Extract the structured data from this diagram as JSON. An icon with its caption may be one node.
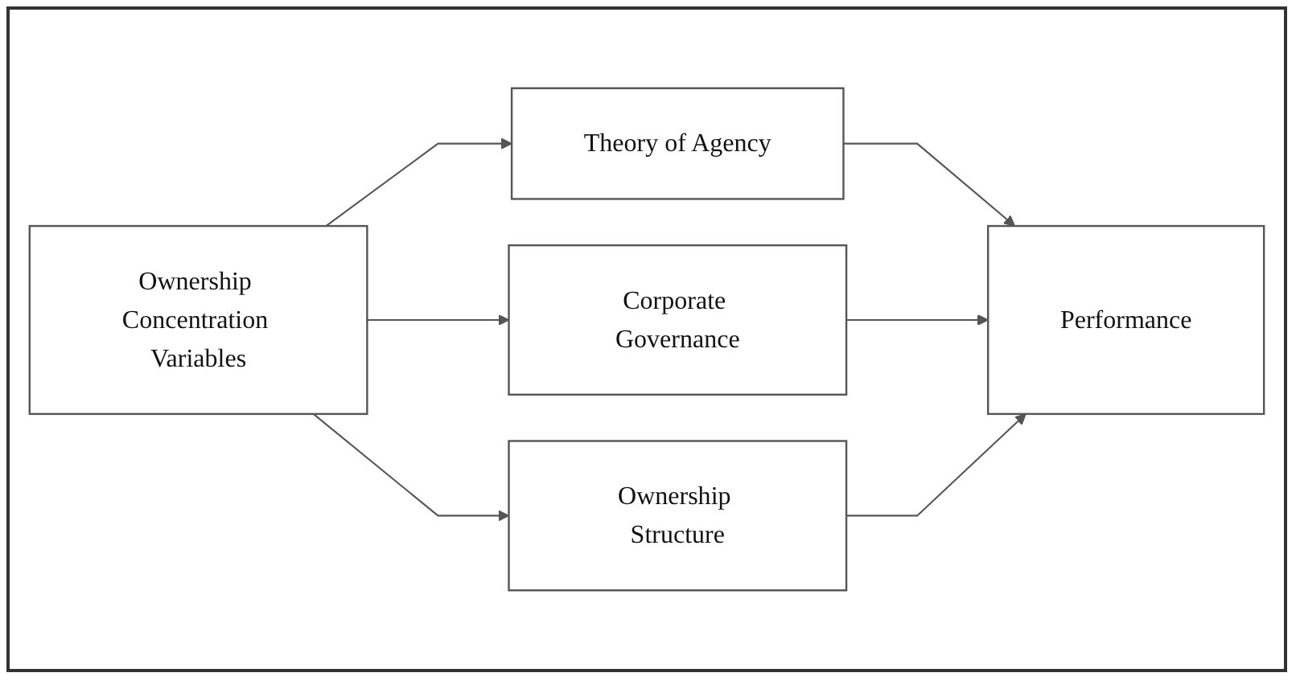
{
  "diagram": {
    "nodes": [
      {
        "text": [
          "Ownership Concentration Variables"
        ]
      },
      {
        "text": [
          "Theory of Agency"
        ]
      },
      {
        "text": [
          "Corporate Governance"
        ]
      },
      {
        "text": [
          "Ownership Structure"
        ]
      },
      {
        "text": [
          "Performance"
        ]
      }
    ],
    "edges": [
      {
        "from": 0,
        "to": 1,
        "arrow": "to"
      },
      {
        "from": 0,
        "to": 2,
        "arrow": "to"
      },
      {
        "from": 0,
        "to": 3,
        "arrow": "to"
      },
      {
        "from": 1,
        "to": 4,
        "arrow": "to"
      },
      {
        "from": 2,
        "to": 4,
        "arrow": "to"
      },
      {
        "from": 3,
        "to": 4,
        "arrow": "to"
      }
    ]
  }
}
